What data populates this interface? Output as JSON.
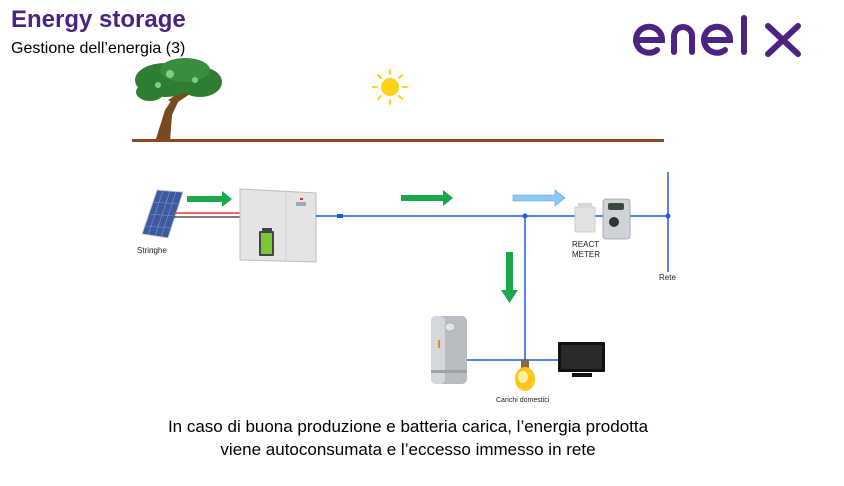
{
  "header": {
    "title": "Energy storage",
    "subtitle": "Gestione dell’energia (3)"
  },
  "logo": {
    "brand": "enel x",
    "color": "#4b2382"
  },
  "diagram": {
    "labels": {
      "panels": "Stringhe",
      "meter_line1": "REACT",
      "meter_line2": "METER",
      "grid": "Rete",
      "loads": "Carichi domestici"
    },
    "icons": [
      "tree-icon",
      "sun-icon",
      "solar-panel-icon",
      "inverter-icon",
      "battery-icon",
      "react-meter-icon",
      "energy-meter-icon",
      "boiler-icon",
      "light-bulb-icon",
      "tv-icon"
    ],
    "colors": {
      "wire": "#1a5fd6",
      "flow_arrow": "#1aa84a",
      "export_arrow": "#8ccaf5",
      "ground": "#8b4b1e",
      "battery": "#7cc63a"
    }
  },
  "caption": {
    "line1": "In caso di buona produzione e batteria carica, l’energia prodotta",
    "line2": "viene autoconsumata e l’eccesso immesso in rete"
  }
}
